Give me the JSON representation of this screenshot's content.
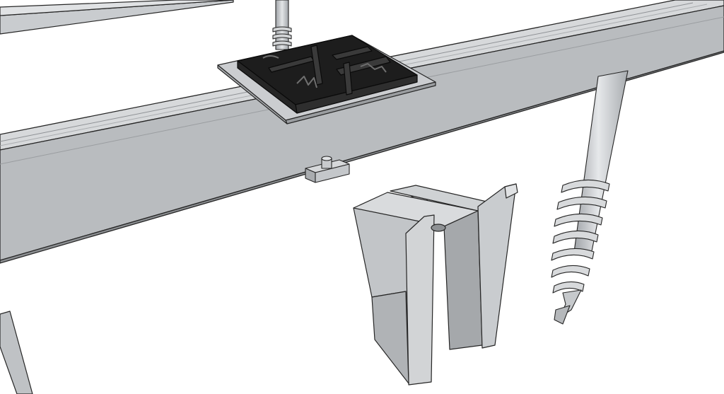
{
  "scene": {
    "colors": {
      "background": "#ffffff",
      "outline": "#262626",
      "beam_front": "#b9bcbf",
      "beam_top": "#d7d9db",
      "beam_groove": "#a2a5a8",
      "metal_light": "#dfe1e3",
      "metal_mid": "#c4c7ca",
      "metal_dark": "#999c9f",
      "pad_rubber": "#1d1d1d",
      "pad_rubber_edge": "#3a3a3a",
      "plate_steel": "#cbcdd0"
    },
    "icons": [
      "aluminium-rail",
      "upper-rail",
      "ground-screw",
      "rubber-spacer-pad",
      "steel-base-plate",
      "t-bolt-clamp",
      "joist-bracket"
    ]
  }
}
